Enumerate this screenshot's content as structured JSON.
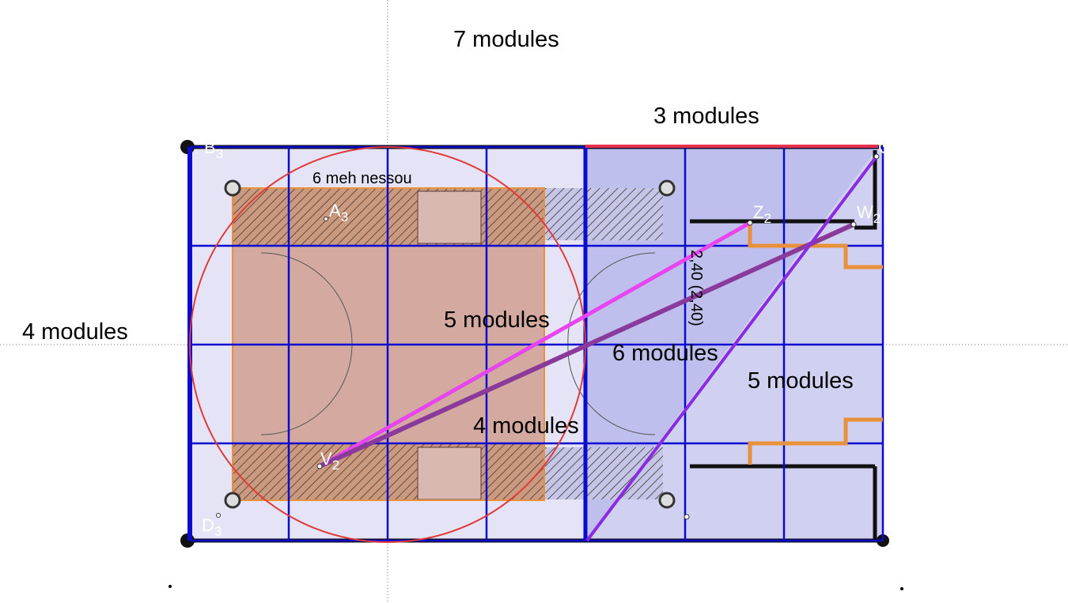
{
  "labels": {
    "top": "7 modules",
    "top_right": "3 modules",
    "left": "4 modules",
    "center": "5 modules",
    "diagonal": "6 modules",
    "right": "5 modules",
    "bottom_center": "4 modules",
    "room_name": "6 meh nessou",
    "dimension": "2,40 (2,40)"
  },
  "points": {
    "B": {
      "name": "B",
      "sub": "3"
    },
    "A": {
      "name": "A",
      "sub": "3"
    },
    "Z": {
      "name": "Z",
      "sub": "2"
    },
    "W": {
      "name": "W",
      "sub": "2"
    },
    "V": {
      "name": "V",
      "sub": "2"
    },
    "D": {
      "name": "D",
      "sub": "3"
    },
    "C": {
      "name": "C",
      "sub": ""
    }
  },
  "colors": {
    "grid": "#0a0ad0",
    "circle": "#e03a3a",
    "magenta": "#e844f0",
    "purple": "#8a3a9a",
    "violet": "#8a2be2",
    "orange": "#e8903a"
  }
}
